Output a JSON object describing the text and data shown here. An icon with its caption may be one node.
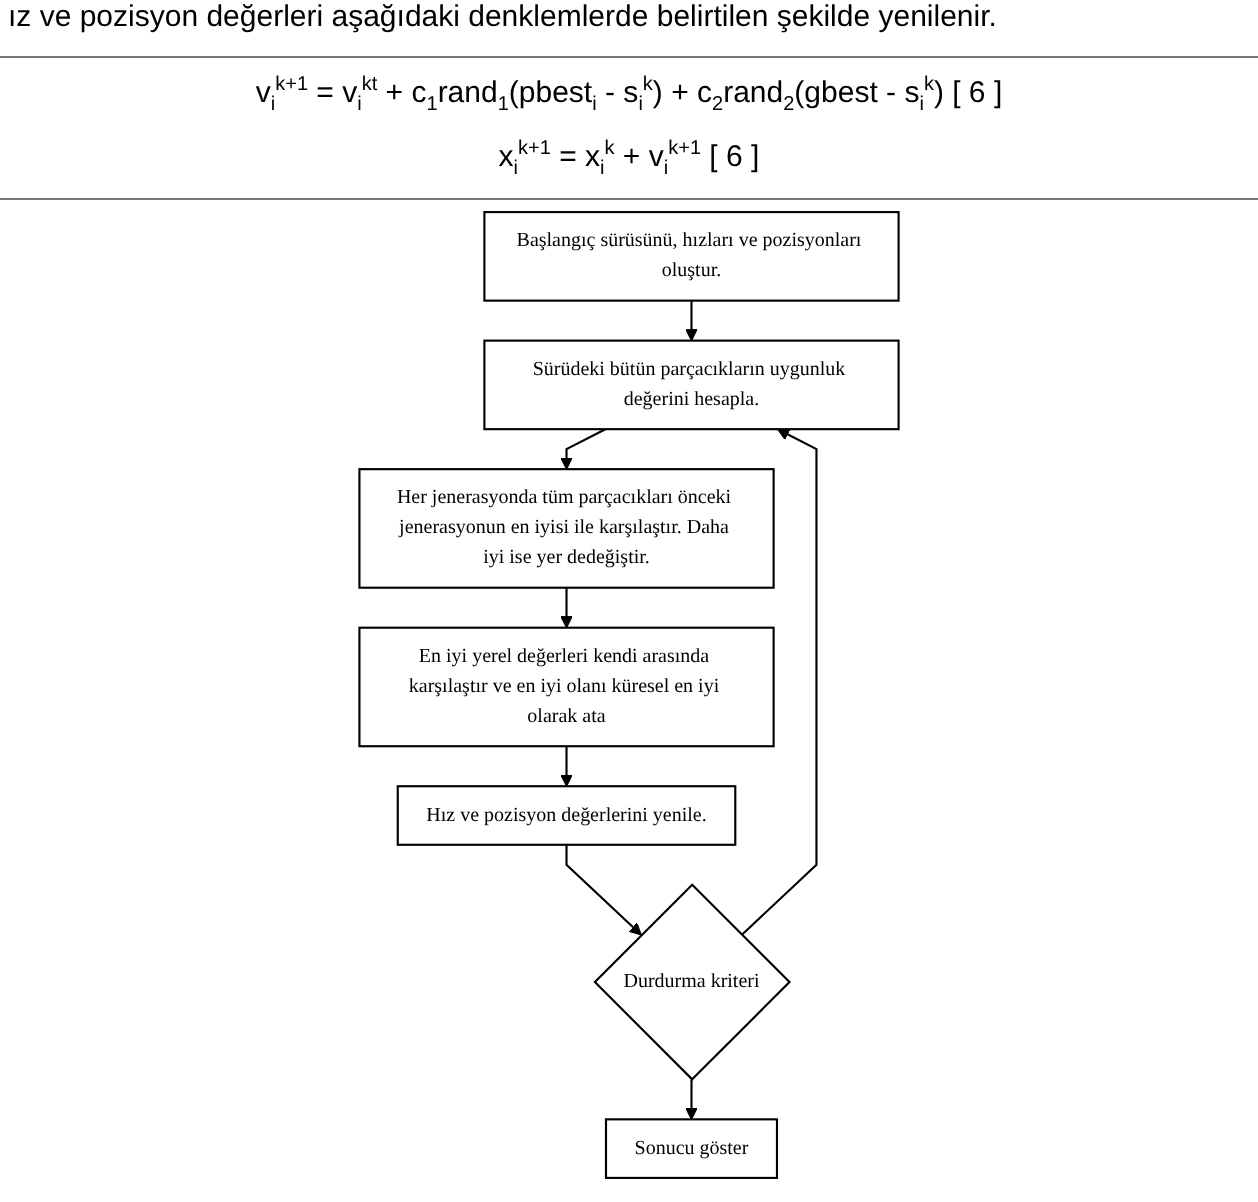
{
  "diagram": {
    "nodes": [
      {
        "text": [
          "Başlangıç sürüsünü, hızları ve pozisyonları oluştur."
        ]
      },
      {
        "text": [
          "Sürüdeki bütün parçacıkların uygunluk değerini hesapla."
        ]
      },
      {
        "text": [
          "Her jenerasyonda tüm parçacıkları önceki jenerasyonun en iyisi ile karşılaştır. Daha iyi ise yer dedeğiştir."
        ]
      },
      {
        "text": [
          "En iyi yerel değerleri kendi arasında karşılaştır ve en iyi olanı küresel en iyi olarak ata"
        ]
      },
      {
        "text": [
          "Hız ve pozisyon değerlerini yenile."
        ]
      },
      {
        "text": [
          "Durdurma kriteri"
        ]
      },
      {
        "text": [
          "Sonucu göster"
        ]
      }
    ],
    "edges": [
      {
        "from": 0,
        "to": 1,
        "arrow": "to"
      },
      {
        "from": 1,
        "to": 2,
        "arrow": "to"
      },
      {
        "from": 2,
        "to": 3,
        "arrow": "to"
      },
      {
        "from": 3,
        "to": 4,
        "arrow": "to"
      },
      {
        "from": 4,
        "to": 5,
        "arrow": "to"
      },
      {
        "from": 5,
        "to": 1,
        "arrow": "to"
      },
      {
        "from": 5,
        "to": 6,
        "arrow": "to"
      }
    ],
    "labels": [
      "ız ve pozisyon değerleri aşağıdaki denklemlerde belirtilen şekilde yenilenir.",
      "v$_{i}$$^{k+1}$ = v$_{i}$$^{kt}$ + c$_{1}$rand$_{1}$(pbest$_{i}$ - s$_{i}$$^{k}$) + c$_{2}$rand$_{2}$(gbest - s$_{i}$$^{k}$) [ 6 ]",
      "x$_{i}$$^{k+1}$ = x$_{i}$$^{k}$ + v$_{i}$$^{k+1}$ [ 6 ]"
    ]
  }
}
